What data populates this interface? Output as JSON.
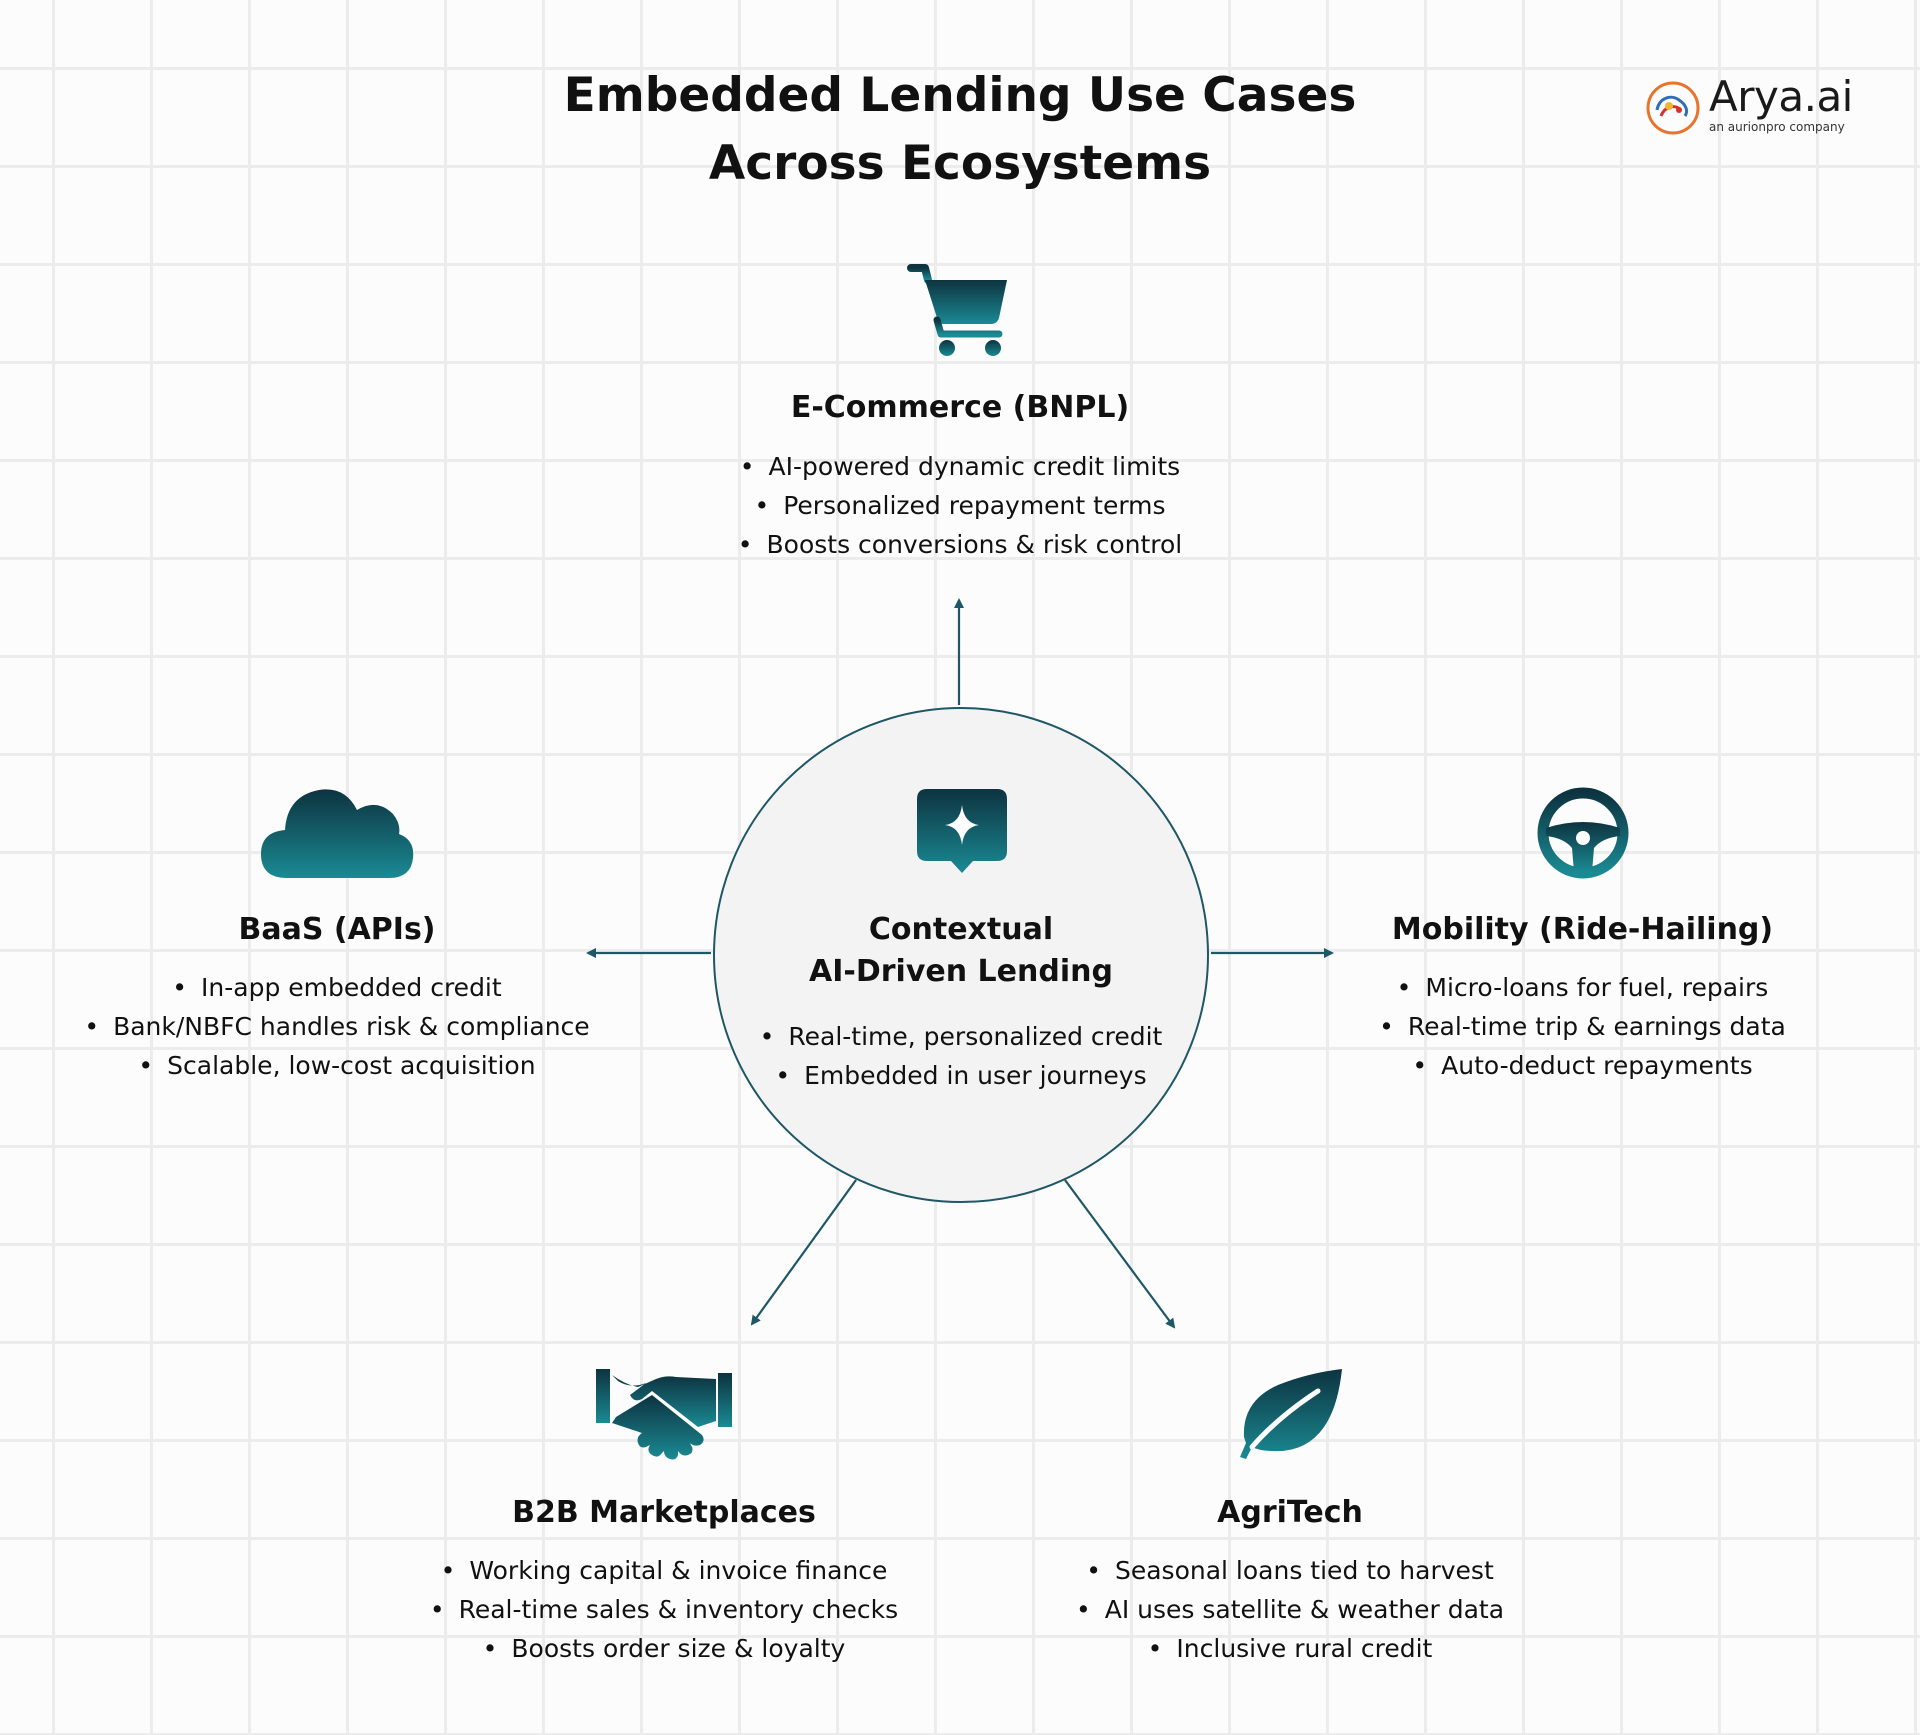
{
  "title": {
    "line1": "Embedded Lending Use Cases",
    "line2": "Across Ecosystems"
  },
  "logo": {
    "name": "Arya.ai",
    "tagline": "an aurionpro company"
  },
  "colors": {
    "accent_dark": "#0d3340",
    "accent_light": "#1a8a93",
    "connector": "#1e5766",
    "grid": "#ececec"
  },
  "center": {
    "icon": "ai-sparkle-chat-icon",
    "title_line1": "Contextual",
    "title_line2": "AI-Driven Lending",
    "bullets": [
      "Real-time, personalized credit",
      "Embedded in user journeys"
    ]
  },
  "nodes": {
    "ecommerce": {
      "icon": "shopping-cart-icon",
      "title": "E-Commerce (BNPL)",
      "bullets": [
        "AI-powered dynamic credit limits",
        "Personalized repayment terms",
        "Boosts conversions & risk control"
      ]
    },
    "baas": {
      "icon": "cloud-icon",
      "title": "BaaS (APIs)",
      "bullets": [
        "In-app embedded credit",
        "Bank/NBFC handles risk & compliance",
        "Scalable, low-cost acquisition"
      ]
    },
    "mobility": {
      "icon": "steering-wheel-icon",
      "title": "Mobility (Ride-Hailing)",
      "bullets": [
        "Micro-loans for fuel, repairs",
        "Real-time trip & earnings data",
        "Auto-deduct repayments"
      ]
    },
    "b2b": {
      "icon": "handshake-icon",
      "title": "B2B Marketplaces",
      "bullets": [
        "Working capital & invoice finance",
        "Real-time sales & inventory checks",
        "Boosts order size & loyalty"
      ]
    },
    "agritech": {
      "icon": "leaf-icon",
      "title": "AgriTech",
      "bullets": [
        "Seasonal loans tied to harvest",
        "AI uses satellite & weather data",
        "Inclusive rural credit"
      ]
    }
  }
}
